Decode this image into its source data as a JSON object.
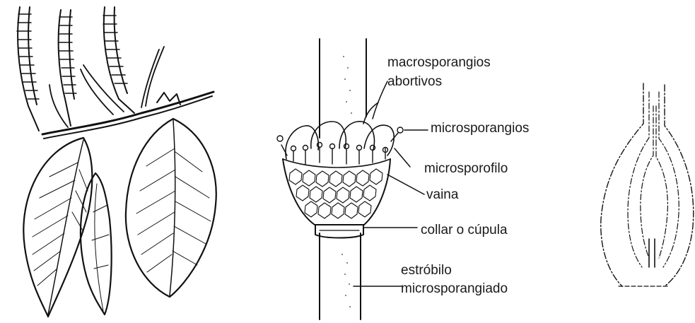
{
  "labels": {
    "macrosporangia_line1": "macrosporangios",
    "macrosporangia_line2": "abortivos",
    "microsporangia": "microsporangios",
    "microsporophyll": "microsporofilo",
    "sheath": "vaina",
    "collar": "collar o cúpula",
    "strobilus_line1": "estróbilo",
    "strobilus_line2": "microsporangiado"
  },
  "colors": {
    "ink": "#111111",
    "background": "#ffffff"
  }
}
